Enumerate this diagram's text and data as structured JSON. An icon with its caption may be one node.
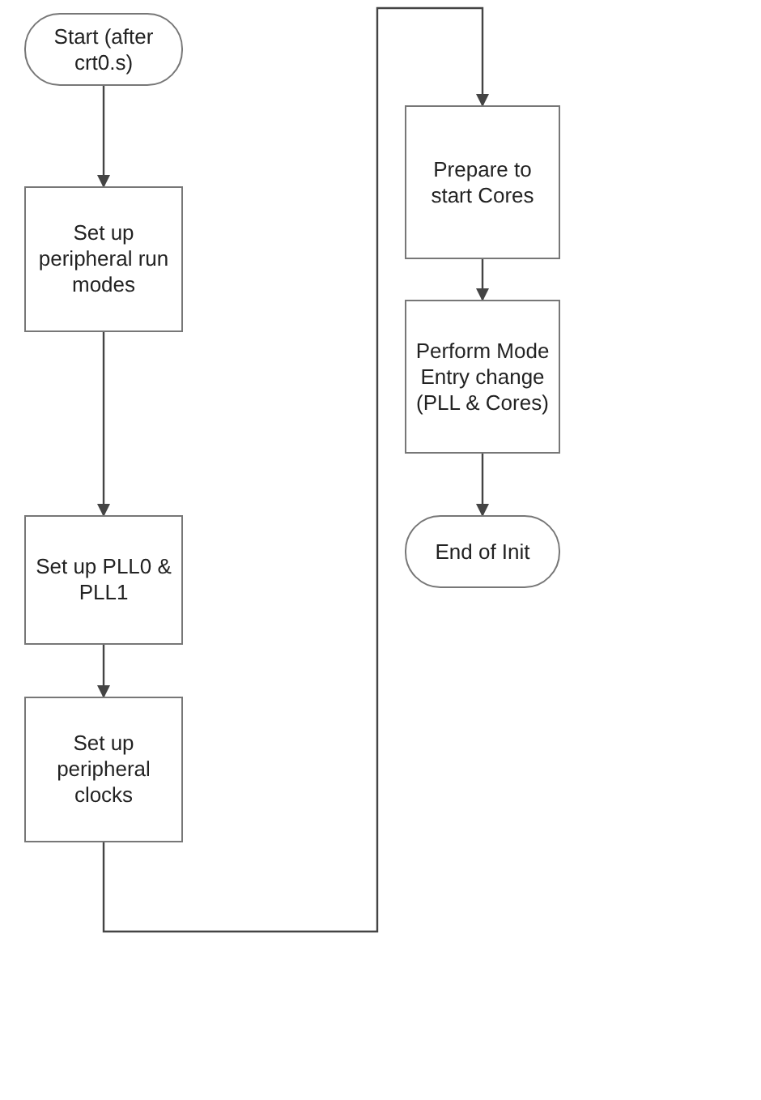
{
  "diagram": {
    "nodes": [
      {
        "text": [
          "Start (after crt0.s)"
        ]
      },
      {
        "text": [
          "Set up peripheral run modes"
        ]
      },
      {
        "text": [
          "Set up PLL0 & PLL1"
        ]
      },
      {
        "text": [
          "Set up peripheral clocks"
        ]
      },
      {
        "text": [
          "Prepare to start Cores"
        ]
      },
      {
        "text": [
          "Perform Mode Entry change (PLL & Cores)"
        ]
      },
      {
        "text": [
          "End of Init"
        ]
      }
    ],
    "edges": [
      {
        "from": 0,
        "to": 1,
        "arrow": "to"
      },
      {
        "from": 1,
        "to": 2,
        "arrow": "to"
      },
      {
        "from": 2,
        "to": 3,
        "arrow": "to"
      },
      {
        "from": 3,
        "to": 4,
        "arrow": "to"
      },
      {
        "from": 4,
        "to": 5,
        "arrow": "to"
      },
      {
        "from": 5,
        "to": 6,
        "arrow": "to"
      }
    ]
  }
}
